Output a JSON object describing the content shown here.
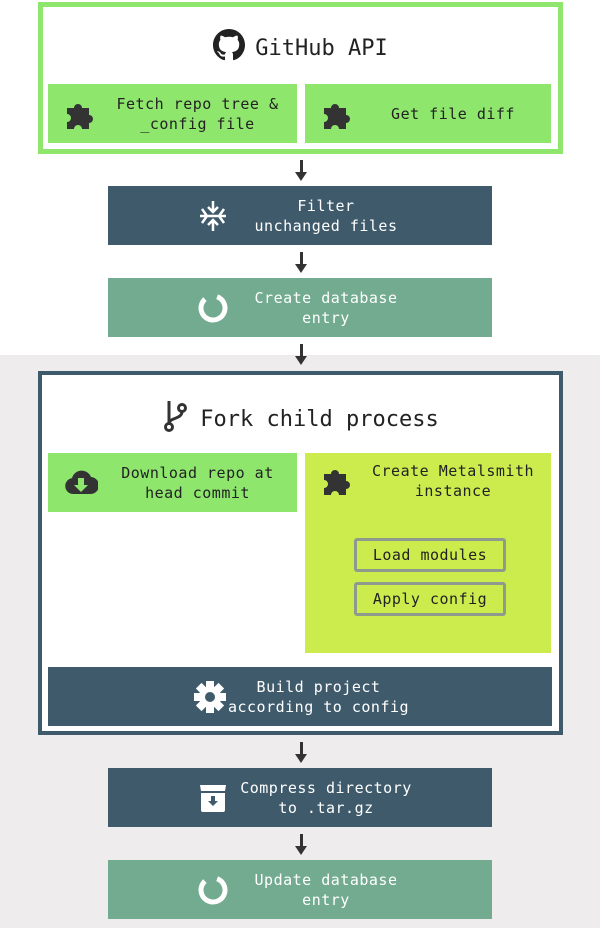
{
  "github": {
    "title": "GitHub API",
    "fetch_label": "Fetch repo tree &\n_config file",
    "diff_label": "Get file diff"
  },
  "filter_label": "Filter\nunchanged files",
  "create_db_label": "Create database\nentry",
  "fork": {
    "title": "Fork child process",
    "download_label": "Download repo at\nhead commit",
    "metalsmith_label": "Create Metalsmith\ninstance",
    "load_modules_label": "Load modules",
    "apply_config_label": "Apply config",
    "build_label": "Build project\naccording to config"
  },
  "compress_label": "Compress directory\nto .tar.gz",
  "update_db_label": "Update database\nentry",
  "colors": {
    "green": "#8ee66d",
    "slate": "#3e5a6b",
    "teal": "#72ab8f",
    "lime": "#ccec4e"
  },
  "icons": [
    "github-icon",
    "puzzle-icon",
    "filter-icon",
    "spinner-icon",
    "git-branch-icon",
    "cloud-download-icon",
    "gear-icon",
    "archive-icon"
  ]
}
